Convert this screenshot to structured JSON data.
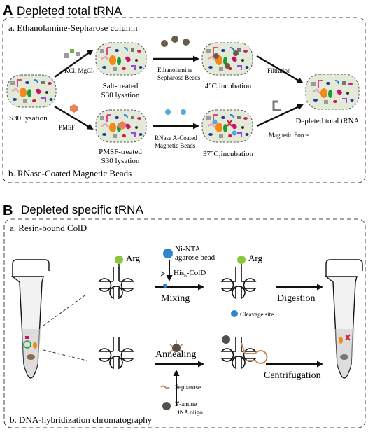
{
  "panel_a": {
    "letter": "A",
    "title": "Depleted  total tRNA",
    "sub_a": "a. Ethanolamine-Sepharose column",
    "sub_b": "b. RNase-Coated Magnetic Beads",
    "s30": "S30 lysation",
    "kcl": "KCl, MgCl₂",
    "pmsf": "PMSF",
    "salt_l1": "Salt-treated",
    "salt_l2": "S30 lysation",
    "pmsf_l1": "PMSF-treated",
    "pmsf_l2": "S30 lysation",
    "eth_l1": "Ethanolamine",
    "eth_l2": "Sepharose Beads",
    "rnase_l1": "RNase A-Coated",
    "rnase_l2": "Magnetic Beads",
    "inc4": "4°C,incubation",
    "inc37": "37°C,incubation",
    "filtration": "Filtration",
    "magnetic": "Magnetic Force",
    "depleted": "Depleted total tRNA"
  },
  "panel_b": {
    "letter": "B",
    "title": "Depleted specific tRNA",
    "sub_a": "a. Resin-bound ColD",
    "sub_b": "b. DNA-hybridization chromatography",
    "arg1": "Arg",
    "arg2": "Arg",
    "ni_l1": "Ni-NTA",
    "ni_l2": "agarose bead",
    "his": "His",
    "his_sub": "6",
    "his_rest": "-ColD",
    "mixing": "Mixing",
    "digestion": "Digestion",
    "cleavage": "Cleavage site",
    "annealing": "Annealing",
    "centrifugation": "Centrifugation",
    "sepharose": "Sepharose",
    "amine_l1": "3'-amine",
    "amine_l2": "DNA oligo"
  },
  "colors": {
    "lysate_fill": "#e3ead8",
    "bead_blue": "#2f86c8",
    "arg_green": "#8cc63f",
    "sepharose_gray": "#55504a"
  }
}
